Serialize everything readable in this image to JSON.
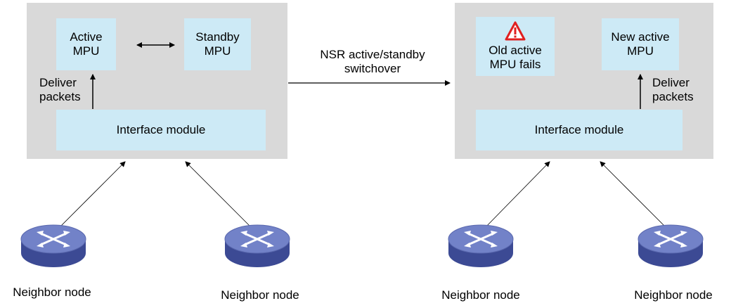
{
  "left": {
    "active_mpu": "Active\nMPU",
    "standby_mpu": "Standby\nMPU",
    "deliver": "Deliver\npackets",
    "interface": "Interface module"
  },
  "switchover": "NSR active/standby\nswitchover",
  "right": {
    "old_mpu": "Old active\nMPU fails",
    "new_mpu": "New active\nMPU",
    "deliver": "Deliver\npackets",
    "interface": "Interface module"
  },
  "nodes": [
    "Neighbor node",
    "Neighbor node",
    "Neighbor node",
    "Neighbor node"
  ],
  "colors": {
    "frame": "#d9d9d9",
    "box": "#cdeaf6",
    "router_top": "#6f7fc4",
    "router_side": "#3c4a94",
    "warning": "#e02020"
  },
  "icons": {
    "warning": "warning-icon",
    "router": "router-icon"
  }
}
